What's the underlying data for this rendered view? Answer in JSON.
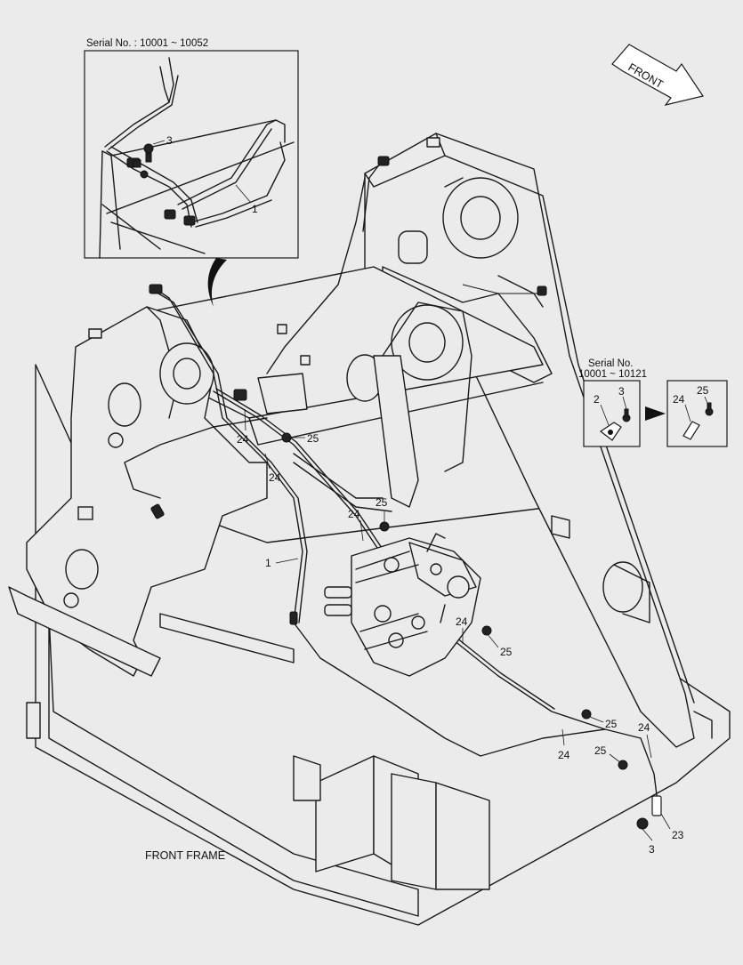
{
  "inset_top": {
    "serial": "Serial No. : 10001 ~ 10052"
  },
  "inset_right": {
    "serial_line1": "Serial No.",
    "serial_line2": "10001 ~ 10121"
  },
  "front_arrow": {
    "label": "FRONT"
  },
  "frame_caption": "FRONT FRAME",
  "callouts": {
    "c1_inset": "1",
    "c3_inset": "3",
    "c1_main": "1",
    "c24_a": "24",
    "c25_a": "25",
    "c24_b": "24",
    "c24_c": "24",
    "c25_b": "25",
    "c24_d": "24",
    "c25_c": "25",
    "c25_d": "25",
    "c24_e": "24",
    "c25_e": "25",
    "c24_f": "24",
    "c3_bottom": "3",
    "c23": "23",
    "c2_right": "2",
    "c3_right": "3",
    "c24_right": "24",
    "c25_right": "25"
  }
}
